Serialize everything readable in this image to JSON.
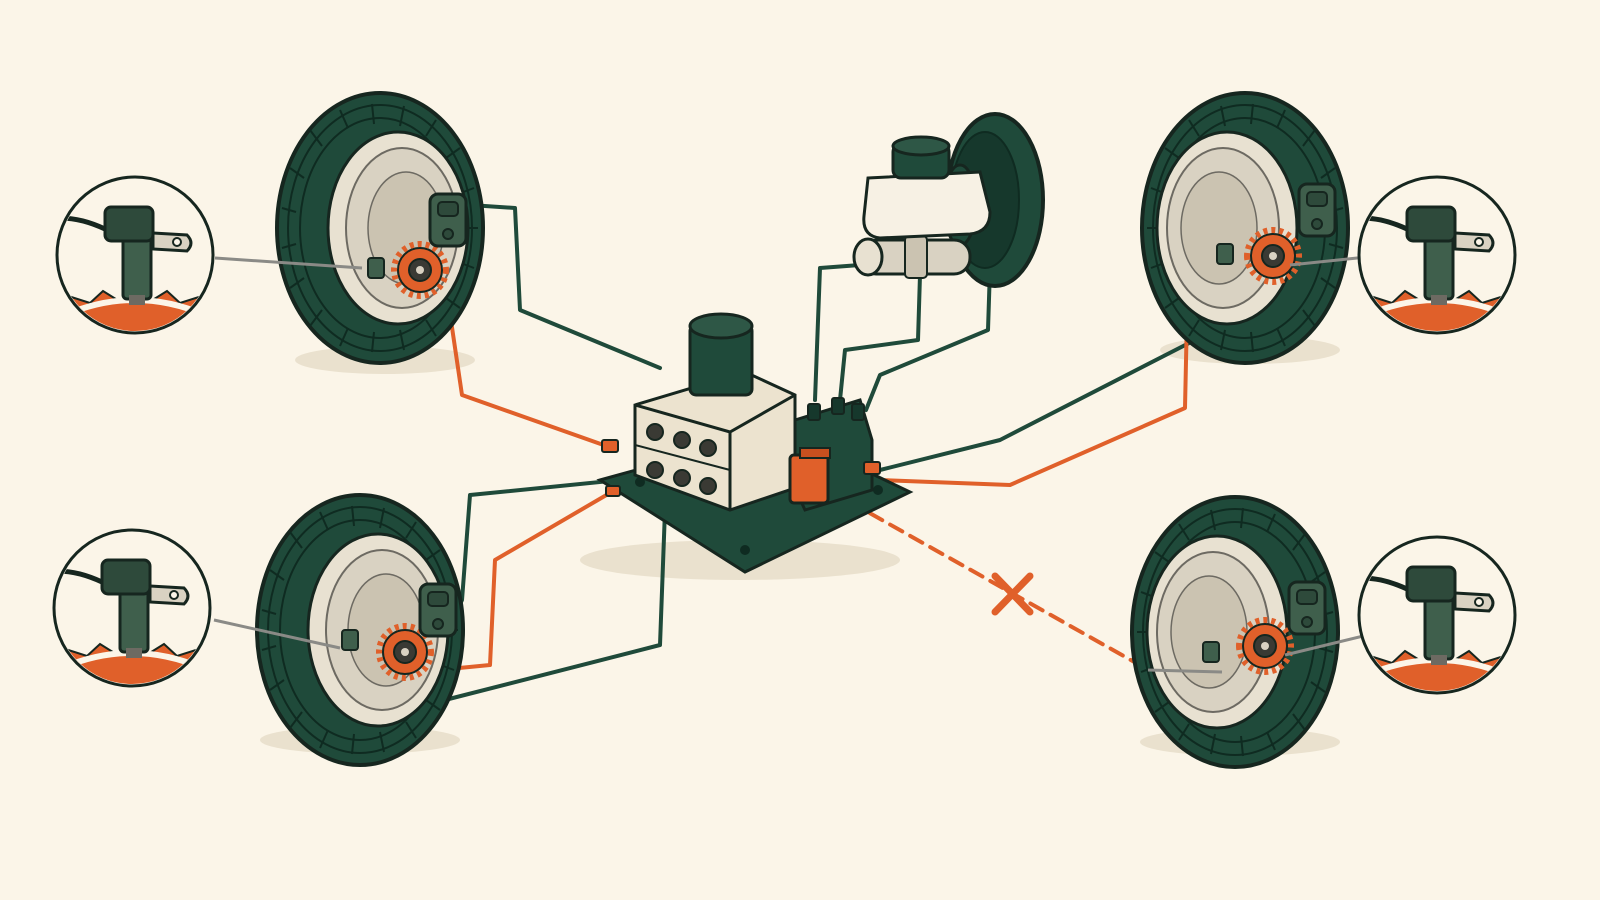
{
  "colors": {
    "background": "#fbf5e8",
    "tire_green": "#1f4a3a",
    "tire_dark": "#16382c",
    "accent_orange": "#e0602a",
    "line_green": "#1f4a3a",
    "body_cream": "#ece3cf",
    "rotor_grey": "#d9d2c2",
    "outline": "#16261f",
    "leader_grey": "#8a8a86"
  },
  "components": {
    "wheels": [
      "front-left",
      "front-right",
      "rear-left",
      "rear-right"
    ],
    "wheel_speed_sensors": [
      "front-left",
      "front-right",
      "rear-left",
      "rear-right"
    ],
    "abs_modulator": "hydraulic-control-unit",
    "master_cylinder": "master-cylinder-with-reservoir",
    "brake_booster": "vacuum-booster",
    "fault_marker": "broken-sensor-link-rear-right"
  },
  "icons": {
    "fault": "x-mark-icon",
    "sensor": "wheel-speed-sensor-icon",
    "tone_ring": "tone-ring-gear-icon"
  }
}
